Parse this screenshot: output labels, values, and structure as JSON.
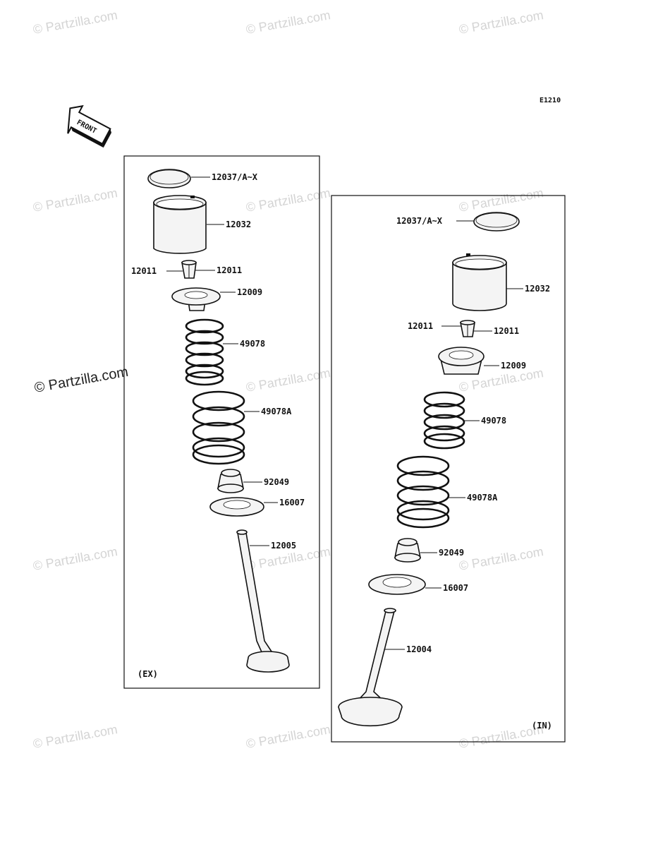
{
  "diagram_code": "E1210",
  "front_label": "FRONT",
  "watermark": "© Partzilla.com",
  "ex_panel": {
    "tag": "(EX)",
    "parts": {
      "shim": "12037/A~X",
      "lifter": "12032",
      "cotter_left": "12011",
      "cotter_right": "12011",
      "retainer": "12009",
      "spring_inner": "49078",
      "spring_outer": "49078A",
      "seal": "92049",
      "seat": "16007",
      "valve": "12005"
    }
  },
  "in_panel": {
    "tag": "(IN)",
    "parts": {
      "shim": "12037/A~X",
      "lifter": "12032",
      "cotter_left": "12011",
      "cotter_right": "12011",
      "retainer": "12009",
      "spring_inner": "49078",
      "spring_outer": "49078A",
      "seal": "92049",
      "seat": "16007",
      "valve": "12004"
    }
  }
}
